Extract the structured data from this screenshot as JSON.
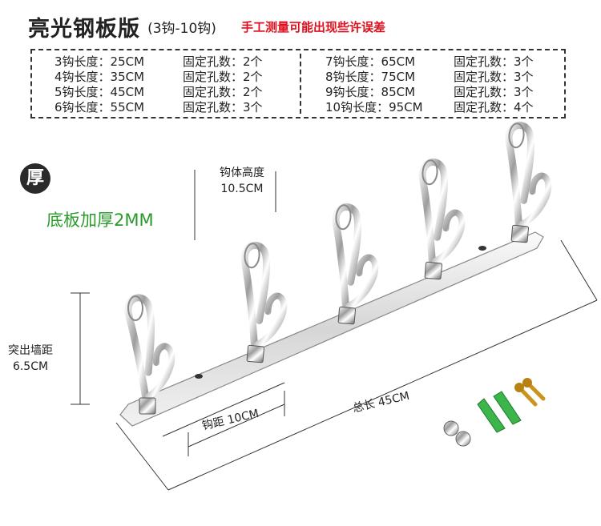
{
  "header": {
    "title": "亮光钢板版",
    "subtitle": "(3钩-10钩)",
    "note": "手工测量可能出现些许误差"
  },
  "specs": {
    "left": [
      {
        "length": "3钩长度：25CM",
        "holes": "固定孔数：2个"
      },
      {
        "length": "4钩长度：35CM",
        "holes": "固定孔数：2个"
      },
      {
        "length": "5钩长度：45CM",
        "holes": "固定孔数：2个"
      },
      {
        "length": "6钩长度：55CM",
        "holes": "固定孔数：3个"
      }
    ],
    "right": [
      {
        "length": "7钩长度：65CM",
        "holes": "固定孔数：3个"
      },
      {
        "length": "8钩长度：75CM",
        "holes": "固定孔数：3个"
      },
      {
        "length": "9钩长度：85CM",
        "holes": "固定孔数：3个"
      },
      {
        "length": "10钩长度：95CM",
        "holes": "固定孔数：4个"
      }
    ]
  },
  "badge": {
    "char": "厚",
    "label": "底板加厚2MM"
  },
  "dimensions": {
    "hook_height_name": "钩体高度",
    "hook_height_value": "10.5CM",
    "projection_name": "突出墙距",
    "projection_value": "6.5CM",
    "spacing": "钩距  10CM",
    "total_length": "总长  45CM"
  },
  "colors": {
    "title": "#222222",
    "note": "#e0101e",
    "badge_text": "#2a9a2a",
    "anchor": "#3cb54a",
    "screw": "#c8961e"
  }
}
